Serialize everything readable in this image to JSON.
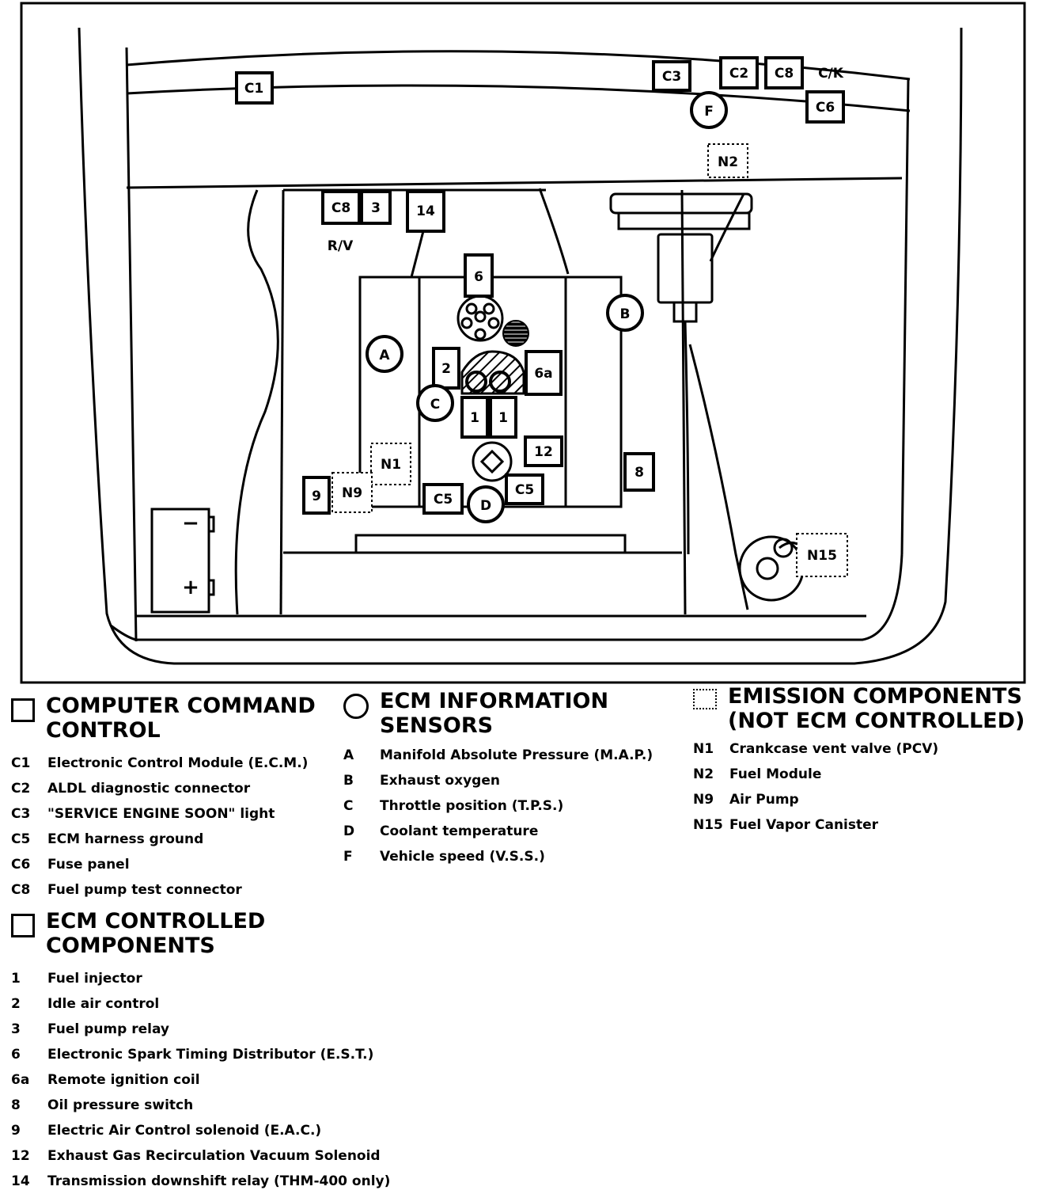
{
  "diagram": {
    "labels": {
      "c1": "C1",
      "c3": "C3",
      "c2": "C2",
      "c8_top": "C8",
      "ck": "C/K",
      "c6": "C6",
      "f": "F",
      "n2": "N2",
      "c8_mid": "C8",
      "three": "3",
      "fourteen": "14",
      "rv": "R/V",
      "six": "6",
      "b": "B",
      "a": "A",
      "two": "2",
      "six_a": "6a",
      "c": "C",
      "one_a": "1",
      "one_b": "1",
      "twelve": "12",
      "eight": "8",
      "n1": "N1",
      "nine": "9",
      "n9": "N9",
      "c5_a": "C5",
      "d": "D",
      "c5_b": "C5",
      "n15": "N15",
      "minus": "−",
      "plus": "+"
    }
  },
  "legend": {
    "ccc": {
      "title_line1": "COMPUTER COMMAND",
      "title_line2": "CONTROL",
      "items": [
        {
          "code": "C1",
          "text": "Electronic Control Module (E.C.M.)"
        },
        {
          "code": "C2",
          "text": "ALDL diagnostic connector"
        },
        {
          "code": "C3",
          "text": "\"SERVICE ENGINE SOON\" light"
        },
        {
          "code": "C5",
          "text": "ECM harness ground"
        },
        {
          "code": "C6",
          "text": "Fuse panel"
        },
        {
          "code": "C8",
          "text": "Fuel pump test connector"
        }
      ]
    },
    "ecm_controlled": {
      "title_line1": "ECM CONTROLLED",
      "title_line2": "COMPONENTS",
      "items": [
        {
          "code": "1",
          "text": "Fuel injector"
        },
        {
          "code": "2",
          "text": "Idle air control"
        },
        {
          "code": "3",
          "text": "Fuel pump relay"
        },
        {
          "code": "6",
          "text": "Electronic Spark Timing Distributor (E.S.T.)"
        },
        {
          "code": "6a",
          "text": "Remote ignition coil"
        },
        {
          "code": "8",
          "text": "Oil pressure switch"
        },
        {
          "code": "9",
          "text": "Electric Air Control solenoid (E.A.C.)"
        },
        {
          "code": "12",
          "text": "Exhaust Gas Recirculation Vacuum Solenoid"
        },
        {
          "code": "14",
          "text": "Transmission downshift relay (THM-400 only)"
        }
      ]
    },
    "sensors": {
      "title_line1": "ECM INFORMATION",
      "title_line2": "SENSORS",
      "items": [
        {
          "code": "A",
          "text": "Manifold Absolute Pressure (M.A.P.)"
        },
        {
          "code": "B",
          "text": "Exhaust oxygen"
        },
        {
          "code": "C",
          "text": "Throttle position (T.P.S.)"
        },
        {
          "code": "D",
          "text": "Coolant temperature"
        },
        {
          "code": "F",
          "text": "Vehicle speed (V.S.S.)"
        }
      ]
    },
    "emission": {
      "title_line1": "EMISSION COMPONENTS",
      "title_line2": "(NOT ECM CONTROLLED)",
      "items": [
        {
          "code": "N1",
          "text": "Crankcase vent valve (PCV)"
        },
        {
          "code": "N2",
          "text": "Fuel Module"
        },
        {
          "code": "N9",
          "text": "Air Pump"
        },
        {
          "code": "N15",
          "text": "Fuel Vapor Canister"
        }
      ]
    }
  }
}
